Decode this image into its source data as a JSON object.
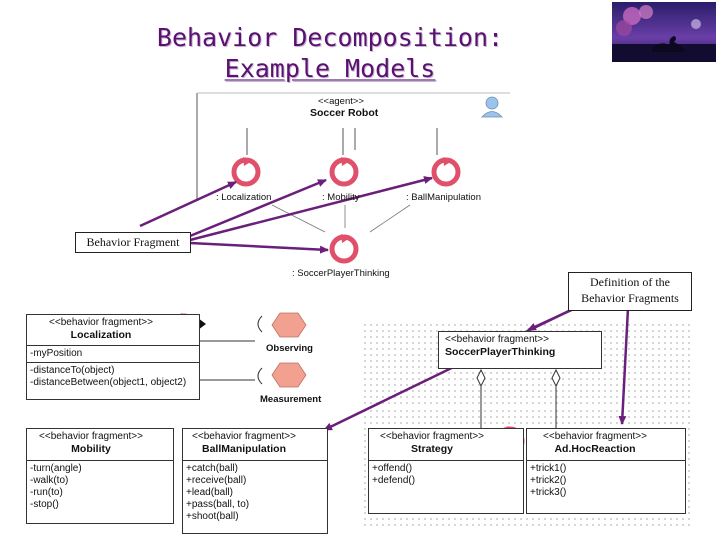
{
  "title": {
    "line1": "Behavior Decomposition:",
    "line2": "Example Models"
  },
  "agent": {
    "stereotype": "<<agent>>",
    "name": "Soccer Robot"
  },
  "parts": {
    "localization": ": Localization",
    "mobility": ": Mobility",
    "ballmanipulation": ": BallManipulation",
    "thinking": ": SoccerPlayerThinking"
  },
  "callouts": {
    "fragment": "Behavior Fragment",
    "definition_line1": "Definition of the",
    "definition_line2": "Behavior Fragments"
  },
  "roles": {
    "observing": "Observing",
    "measurement": "Measurement"
  },
  "fragments": {
    "stereotype": "<<behavior fragment>>",
    "localization": {
      "name": "Localization",
      "attributes": [
        "-myPosition"
      ],
      "operations": [
        "-distanceTo(object)",
        "-distanceBetween(object1, object2)"
      ]
    },
    "thinking": {
      "name": "SoccerPlayerThinking"
    },
    "mobility": {
      "name": "Mobility",
      "operations": [
        "-turn(angle)",
        "-walk(to)",
        "-run(to)",
        "-stop()"
      ]
    },
    "ballmanipulation": {
      "name": "BallManipulation",
      "operations": [
        "+catch(ball)",
        "+receive(ball)",
        "+lead(ball)",
        "+pass(ball, to)",
        "+shoot(ball)"
      ]
    },
    "strategy": {
      "name": "Strategy",
      "operations": [
        "+offend()",
        "+defend()"
      ]
    },
    "adhoc": {
      "name": "Ad.HocReaction",
      "operations": [
        "+trick1()",
        "+trick2()",
        "+trick3()"
      ]
    }
  },
  "colors": {
    "title": "#5a1170",
    "arrow": "#6a1f7a",
    "fragment_icon": "#e0506a",
    "role_hexagon": "#f2a090",
    "agent_icon": "#9cc3ea"
  }
}
